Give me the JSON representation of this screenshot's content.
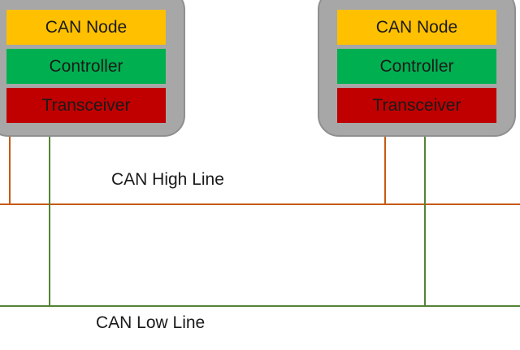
{
  "colors": {
    "node_body": "#a7a7a7",
    "node_label_layer": "#ffc000",
    "controller_layer": "#00b050",
    "transceiver_layer": "#c00000",
    "can_high_wire": "#c55a11",
    "can_low_wire": "#548235"
  },
  "nodes": [
    {
      "node_label": "CAN Node",
      "controller_label": "Controller",
      "transceiver_label": "Transceiver"
    },
    {
      "node_label": "CAN Node",
      "controller_label": "Controller",
      "transceiver_label": "Transceiver"
    }
  ],
  "bus": {
    "high_label": "CAN High Line",
    "low_label": "CAN Low Line"
  }
}
